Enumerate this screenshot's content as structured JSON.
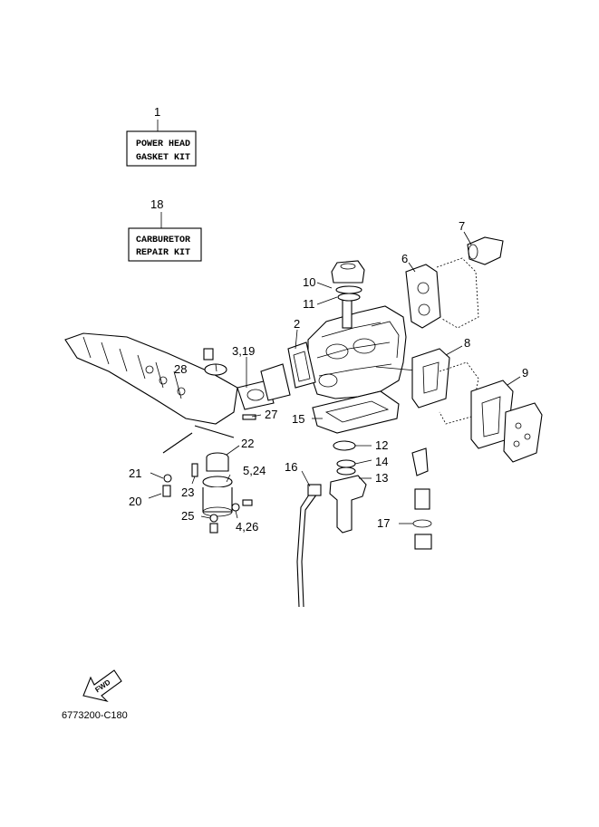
{
  "diagram": {
    "kits": [
      {
        "number": "1",
        "line1": "POWER HEAD",
        "line2": "GASKET KIT"
      },
      {
        "number": "18",
        "line1": "CARBURETOR",
        "line2": "REPAIR KIT"
      }
    ],
    "callouts": [
      {
        "id": "c2",
        "label": "2"
      },
      {
        "id": "c3-19",
        "label": "3,19"
      },
      {
        "id": "c4-26",
        "label": "4,26"
      },
      {
        "id": "c5-24",
        "label": "5,24"
      },
      {
        "id": "c6",
        "label": "6"
      },
      {
        "id": "c7",
        "label": "7"
      },
      {
        "id": "c8",
        "label": "8"
      },
      {
        "id": "c9",
        "label": "9"
      },
      {
        "id": "c10",
        "label": "10"
      },
      {
        "id": "c11",
        "label": "11"
      },
      {
        "id": "c12",
        "label": "12"
      },
      {
        "id": "c13",
        "label": "13"
      },
      {
        "id": "c14",
        "label": "14"
      },
      {
        "id": "c15",
        "label": "15"
      },
      {
        "id": "c16",
        "label": "16"
      },
      {
        "id": "c17",
        "label": "17"
      },
      {
        "id": "c20",
        "label": "20"
      },
      {
        "id": "c21",
        "label": "21"
      },
      {
        "id": "c22",
        "label": "22"
      },
      {
        "id": "c23",
        "label": "23"
      },
      {
        "id": "c25",
        "label": "25"
      },
      {
        "id": "c27",
        "label": "27"
      },
      {
        "id": "c28",
        "label": "28"
      }
    ],
    "fwd_label": "FWD",
    "drawing_code": "6773200-C180"
  }
}
